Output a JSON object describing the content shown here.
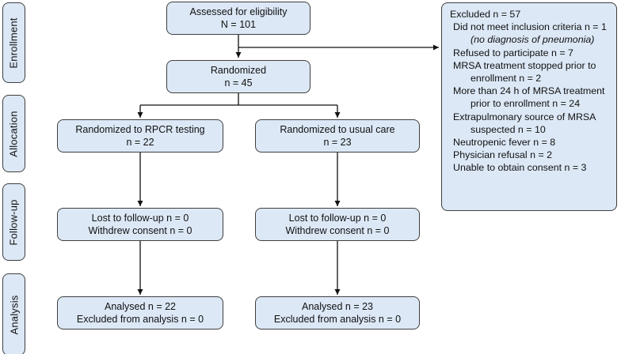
{
  "colors": {
    "box_fill": "#dce8f6",
    "box_border": "#3f3f3f",
    "arrow": "#111111",
    "text": "#111111"
  },
  "stages": [
    {
      "label": "Enrollment"
    },
    {
      "label": "Allocation"
    },
    {
      "label": "Follow-up"
    },
    {
      "label": "Analysis"
    }
  ],
  "boxes": {
    "assessed": {
      "line1": "Assessed for eligibility",
      "line2": "N = 101"
    },
    "randomized": {
      "line1": "Randomized",
      "line2": "n = 45"
    },
    "alloc_rpcr": {
      "line1": "Randomized to RPCR testing",
      "line2": "n = 22"
    },
    "alloc_usual": {
      "line1": "Randomized to usual care",
      "line2": "n = 23"
    },
    "followup_rpcr": {
      "line1": "Lost to follow-up n = 0",
      "line2": "Withdrew consent n = 0"
    },
    "followup_usual": {
      "line1": "Lost to follow-up n = 0",
      "line2": "Withdrew consent n = 0"
    },
    "analysis_rpcr": {
      "line1": "Analysed n = 22",
      "line2": "Excluded from analysis n = 0"
    },
    "analysis_usual": {
      "line1": "Analysed n = 23",
      "line2": "Excluded from analysis n = 0"
    }
  },
  "excluded": {
    "title": "Excluded n = 57",
    "items": [
      {
        "text": "Did not meet inclusion criteria n = 1 ",
        "italic": "(no diagnosis of pneumonia)"
      },
      {
        "text": "Refused to participate n = 7"
      },
      {
        "text": "MRSA treatment stopped prior to enrollment n = 2"
      },
      {
        "text": "More than 24 h of MRSA treatment prior to enrollment n = 24"
      },
      {
        "text": "Extrapulmonary source of MRSA suspected n = 10"
      },
      {
        "text": "Neutropenic fever n = 8"
      },
      {
        "text": "Physician refusal n = 2"
      },
      {
        "text": "Unable to obtain consent n = 3"
      }
    ]
  }
}
